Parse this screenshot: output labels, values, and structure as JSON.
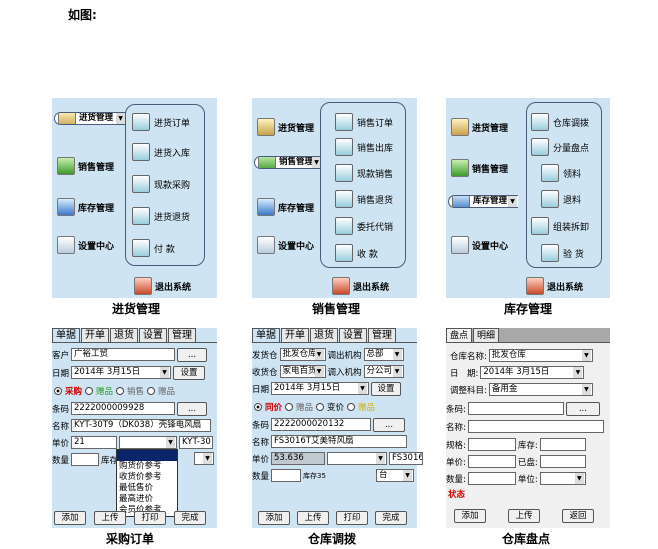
{
  "heading": "如图:",
  "panel1": {
    "caption": "进货管理",
    "left": [
      {
        "label": "进货管理"
      },
      {
        "label": "销售管理"
      },
      {
        "label": "库存管理"
      },
      {
        "label": "设置中心"
      }
    ],
    "sub": [
      "进货订单",
      "进货入库",
      "现款采购",
      "进货退货",
      "付 款"
    ],
    "exit": "退出系统"
  },
  "panel2": {
    "caption": "销售管理",
    "left": [
      {
        "label": "进货管理"
      },
      {
        "label": "销售管理"
      },
      {
        "label": "库存管理"
      },
      {
        "label": "设置中心"
      }
    ],
    "sub": [
      "销售订单",
      "销售出库",
      "现款销售",
      "销售退货",
      "委托代销",
      "收 款"
    ],
    "exit": "退出系统"
  },
  "panel3": {
    "caption": "库存管理",
    "left": [
      {
        "label": "进货管理"
      },
      {
        "label": "销售管理"
      },
      {
        "label": "库存管理"
      },
      {
        "label": "设置中心"
      }
    ],
    "sub": [
      "仓库调拨",
      "分量盘点",
      "领料",
      "退料",
      "组装拆卸",
      "验 货"
    ],
    "exit": "退出系统"
  },
  "form1": {
    "caption": "采购订单",
    "tabs": [
      "单据",
      "开单",
      "退货",
      "设置",
      "管理"
    ],
    "customer_label": "客户",
    "customer": "广裕工贸",
    "date_label": "日期",
    "date": "2014年 3月15日",
    "settings": "设置",
    "radios": [
      "采购",
      "赠品",
      "销售",
      "赠品"
    ],
    "barcode_label": "条码",
    "barcode": "2222000009928",
    "name_label": "名称",
    "name": "KYT-30T9（DK038）壳锋电风扇",
    "price_label": "单价",
    "price": "21",
    "code": "KYT-30",
    "qty_label": "数量",
    "stock_label": "库存",
    "dropdown": [
      "",
      "购货价参考",
      "收货价参考",
      "最低售价",
      "最高进价",
      "会员价参考"
    ],
    "buttons": [
      "添加",
      "上传",
      "打印",
      "完成"
    ],
    "more": "..."
  },
  "form2": {
    "caption": "仓库调拨",
    "tabs": [
      "单据",
      "开单",
      "退货",
      "设置",
      "管理"
    ],
    "out_label": "发货仓",
    "out_value": "批发仓库",
    "out_org_label": "调出机构",
    "out_org": "总部",
    "in_label": "收货仓",
    "in_value": "家电百货",
    "in_org_label": "调入机构",
    "in_org": "分公司",
    "date_label": "日期",
    "date": "2014年 3月15日",
    "settings": "设置",
    "radios": [
      "同价",
      "赠品",
      "变价",
      "赠品"
    ],
    "barcode_label": "条码",
    "barcode": "2222000020132",
    "name_label": "名称",
    "name": "FS3016T艾美特风扇",
    "price_label": "单价",
    "price": "53.636",
    "code": "FS3016",
    "qty_label": "数量",
    "stock_label": "库存35",
    "unit": "台",
    "buttons": [
      "添加",
      "上传",
      "打印",
      "完成"
    ],
    "more": "..."
  },
  "form3": {
    "caption": "仓库盘点",
    "tabs": [
      "盘点",
      "明细"
    ],
    "wh_label": "仓库名称:",
    "wh": "批发仓库",
    "date_label": "日　期:",
    "date": "2014年 3月15日",
    "subj_label": "调整科目:",
    "subj": "备用金",
    "barcode_label": "条码:",
    "name_label": "名称:",
    "spec_label": "规格:",
    "stock_label": "库存:",
    "price_label": "单价:",
    "counted_label": "已盘:",
    "qty_label": "数量:",
    "unit_label": "单位:",
    "status": "状态",
    "buttons": [
      "添加",
      "上传",
      "返回"
    ],
    "more": "..."
  }
}
